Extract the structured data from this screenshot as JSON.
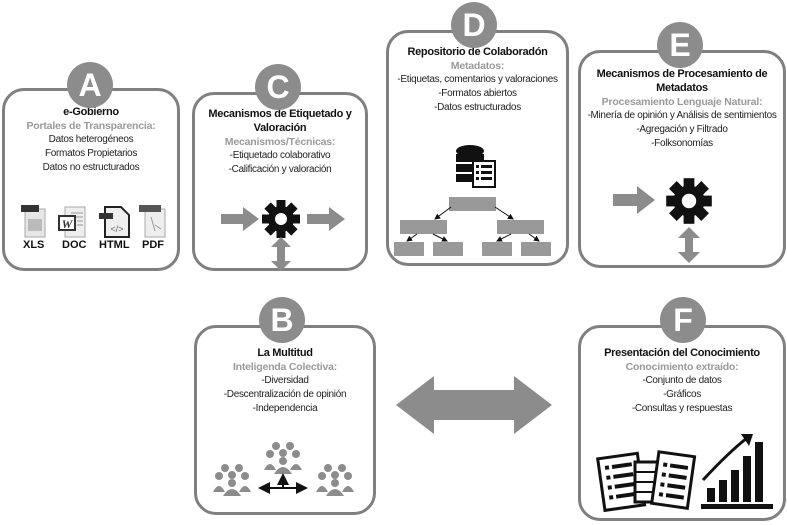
{
  "colors": {
    "border": "#808080",
    "badge": "#8c8c8c",
    "arrow": "#8c8c8c",
    "subtitle": "#9a9a9a",
    "icon": "#111111"
  },
  "boxes": {
    "A": {
      "letter": "A",
      "title": "e-Gobierno",
      "subtitle": "Portales de Transparencia:",
      "items": [
        "Datos heterogéneos",
        "Formatos Propietarios",
        "Datos no estructurados"
      ],
      "file_icons": [
        {
          "label": "XLS",
          "icon": "xls-file-icon"
        },
        {
          "label": "DOC",
          "icon": "doc-file-icon"
        },
        {
          "label": "HTML",
          "icon": "html-file-icon"
        },
        {
          "label": "PDF",
          "icon": "pdf-file-icon"
        }
      ]
    },
    "B": {
      "letter": "B",
      "title": "La Multitud",
      "subtitle": "Inteligenda Colectiva:",
      "items": [
        "-Diversidad",
        "-Descentralización de opinión",
        "-Independencia"
      ]
    },
    "C": {
      "letter": "C",
      "title_lines": [
        "Mecanismos de Etiquetado y",
        "Valoración"
      ],
      "subtitle": "Mecanismos/Técnicas:",
      "items": [
        "-Etiquetado colaborativo",
        "-Calificación y valoración"
      ]
    },
    "D": {
      "letter": "D",
      "title": "Repositorio de Colaboradón",
      "subtitle": "Metadatos:",
      "items": [
        "-Etiquetas, comentarios y valoraciones",
        "-Formatos abiertos",
        "-Datos estructurados"
      ]
    },
    "E": {
      "letter": "E",
      "title_lines": [
        "Mecanismos de Procesamiento de",
        "Metadatos"
      ],
      "subtitle": "Procesamiento Lenguaje Natural:",
      "items": [
        "-Minería de opinión y Análisis de sentimientos",
        "-Agregación y Filtrado",
        "-Folksonomías"
      ]
    },
    "F": {
      "letter": "F",
      "title": "Presentación del Conocimiento",
      "subtitle": "Conocimiento extraído:",
      "items": [
        "-Conjunto de datos",
        "-Gráficos",
        "-Consultas y respuestas"
      ]
    }
  }
}
